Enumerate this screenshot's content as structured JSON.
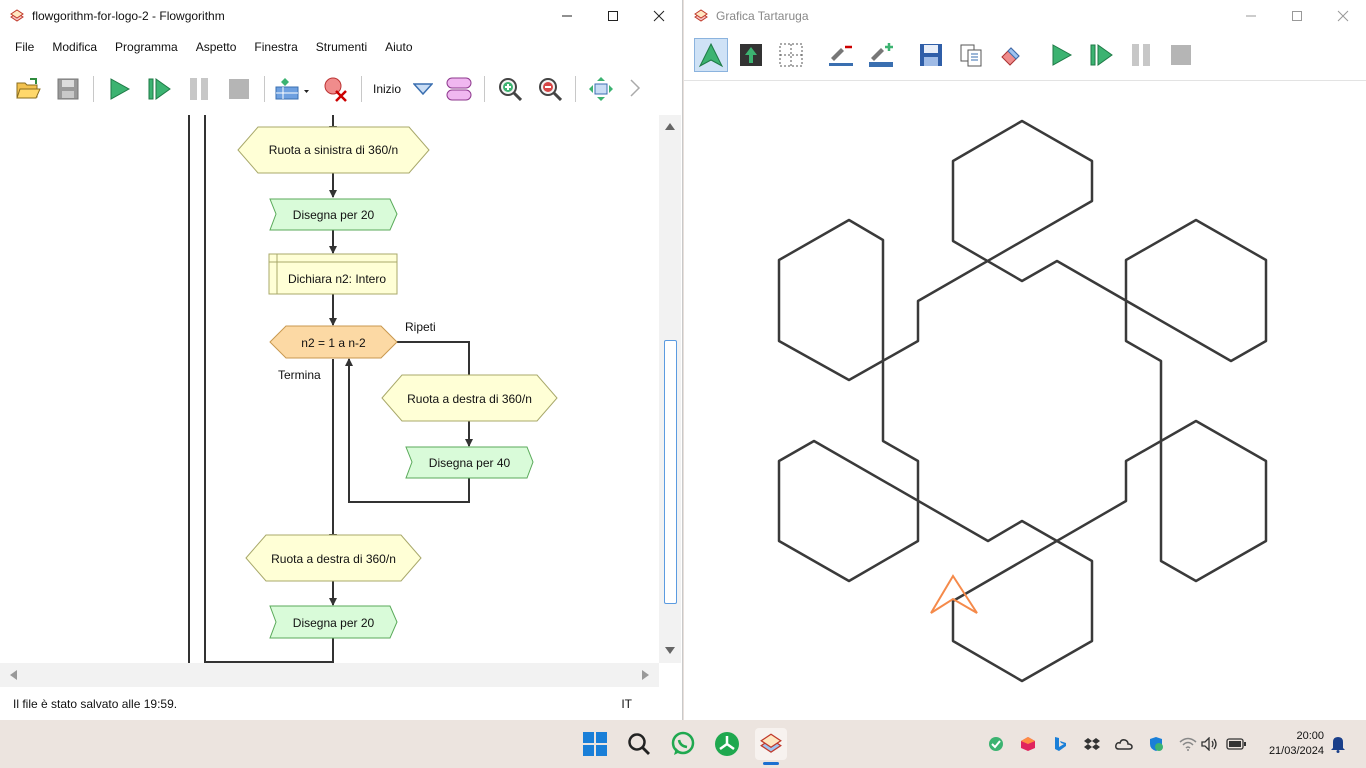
{
  "left_window": {
    "title": "flowgorithm-for-logo-2 - Flowgorithm",
    "menu": [
      "File",
      "Modifica",
      "Programma",
      "Aspetto",
      "Finestra",
      "Strumenti",
      "Aiuto"
    ],
    "toolbar": {
      "function_label": "Inizio"
    },
    "flowchart": {
      "rotate_left": "Ruota a sinistra di 360/n",
      "draw_20_a": "Disegna per 20",
      "declare": "Dichiara n2: Intero",
      "loop": "n2 = 1 a n-2",
      "repeat_label": "Ripeti",
      "end_label": "Termina",
      "rotate_right_inner": "Ruota a destra di 360/n",
      "draw_40": "Disegna per 40",
      "rotate_right_outer": "Ruota a destra di 360/n",
      "draw_20_b": "Disegna per 20"
    },
    "status": {
      "message": "Il file è stato salvato alle 19:59.",
      "lang": "IT"
    }
  },
  "right_window": {
    "title": "Grafica Tartaruga"
  },
  "taskbar": {
    "time": "20:00",
    "date": "21/03/2024"
  },
  "colors": {
    "accent_green": "#3cb371",
    "rotate_fill": "#ffffd6",
    "draw_fill": "#d9fbd9",
    "declare_fill": "#ffffd6",
    "loop_fill": "#fcd9a4",
    "turtle": "#f58a4a"
  }
}
